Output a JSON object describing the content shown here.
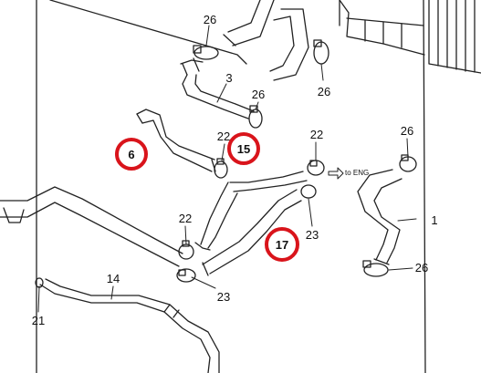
{
  "diagram": {
    "labels": {
      "p26a": "26",
      "p26b": "26",
      "p26c": "26",
      "p26d": "26",
      "p26e": "26",
      "p3": "3",
      "p22a": "22",
      "p22b": "22",
      "p22c": "22",
      "p23a": "23",
      "p23b": "23",
      "p1": "1",
      "p14": "14",
      "p21": "21"
    },
    "highlighted": {
      "c6": "6",
      "c15": "15",
      "c17": "17"
    },
    "annotations": {
      "to_eng": "to ENG"
    },
    "colors": {
      "line": "#222222",
      "highlight_ring": "#d9141b",
      "background": "#ffffff"
    }
  }
}
